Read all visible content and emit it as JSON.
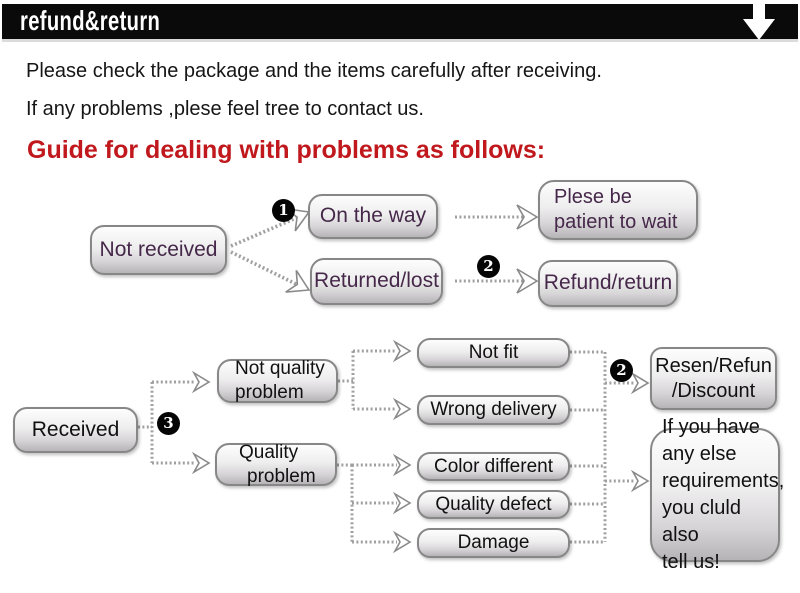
{
  "colors": {
    "bar": "#0a0a0a",
    "heading_red": "#c0181c",
    "purple_text": "#46284a",
    "box_border": "#878787",
    "arrow_white": "#ffffff"
  },
  "header": {
    "title": "refund&return"
  },
  "intro": {
    "line1": "Please check the package and the items carefully after receiving.",
    "line2": "If any problems ,plese feel tree to contact us."
  },
  "heading": {
    "text": "Guide for dealing with problems as follows:"
  },
  "badges": {
    "one": "1",
    "two": "2",
    "three": "3"
  },
  "flow_top": {
    "not_received": "Not received",
    "on_the_way": "On the way",
    "returned_lost": "Returned/lost",
    "patient": {
      "line1": "Plese be",
      "line2": "patient to wait"
    },
    "refund_return": "Refund/return"
  },
  "flow_bottom": {
    "received": "Received",
    "not_quality": {
      "line1": "Not quality",
      "line2": "problem"
    },
    "quality": {
      "line1": "Quality",
      "line2": "problem"
    },
    "not_fit": "Not fit",
    "wrong_delivery": "Wrong delivery",
    "color_different": "Color different",
    "quality_defect": "Quality defect",
    "damage": "Damage",
    "resen": {
      "line1": "Resen/Refun",
      "line2": "/Discount"
    },
    "if_you_have": {
      "line1": "If you have",
      "line2": "any else",
      "line3": "requirements,",
      "line4": "you cluld also",
      "line5": "tell us!"
    }
  }
}
